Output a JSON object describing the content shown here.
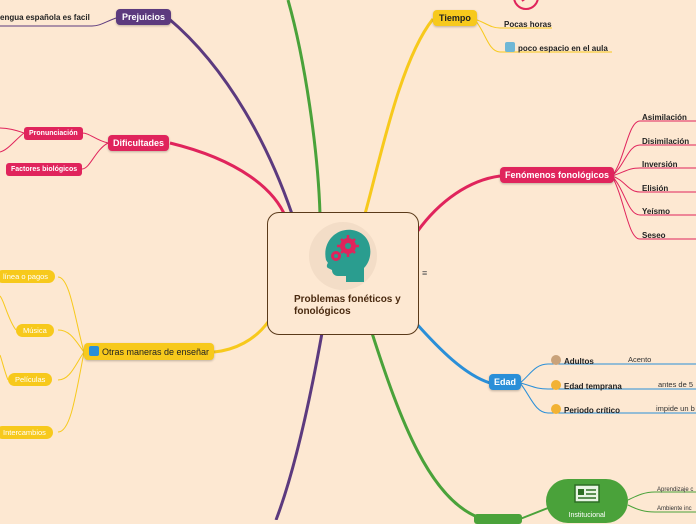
{
  "center": {
    "title": "Problemas fonéticos y fonológicos",
    "menu_glyph": "≡"
  },
  "colors": {
    "background": "#fde8d2",
    "prejuicios": "#5c3a7e",
    "dificultades": "#e0245c",
    "tiempo": "#f7c91c",
    "fenomenos": "#e0245c",
    "edad": "#2a8fd8",
    "institucional": "#4aa23a",
    "otras": "#f7c91c"
  },
  "branches": {
    "prejuicios": {
      "label": "Prejuicios",
      "leaves": [
        "engua española es facil"
      ]
    },
    "dificultades": {
      "label": "Dificultades",
      "leaves": [
        "Pronunciación",
        "Factores biológicos"
      ]
    },
    "otras": {
      "label": "Otras maneras de enseñar",
      "leaves": [
        "línea o pagos",
        "Música",
        "Películas",
        "Intercambios"
      ]
    },
    "tiempo": {
      "label": "Tiempo",
      "leaves": [
        "Pocas horas",
        "poco espacio en el aula"
      ]
    },
    "fenomenos": {
      "label": "Fenómenos fonológicos",
      "leaves": [
        "Asimilación",
        "Disimilación",
        "Inversión",
        "Elisión",
        "Yeísmo",
        "Seseo"
      ]
    },
    "edad": {
      "label": "Edad",
      "items": [
        {
          "label": "Adultos",
          "detail": "Acento"
        },
        {
          "label": "Edad temprana",
          "detail": "antes de 5"
        },
        {
          "label": "Periodo crítico",
          "detail": "impide un b"
        }
      ]
    },
    "institucional": {
      "label": "Institucional",
      "leaves": [
        "Aprendizaje c",
        "Ambiente inc"
      ]
    }
  }
}
